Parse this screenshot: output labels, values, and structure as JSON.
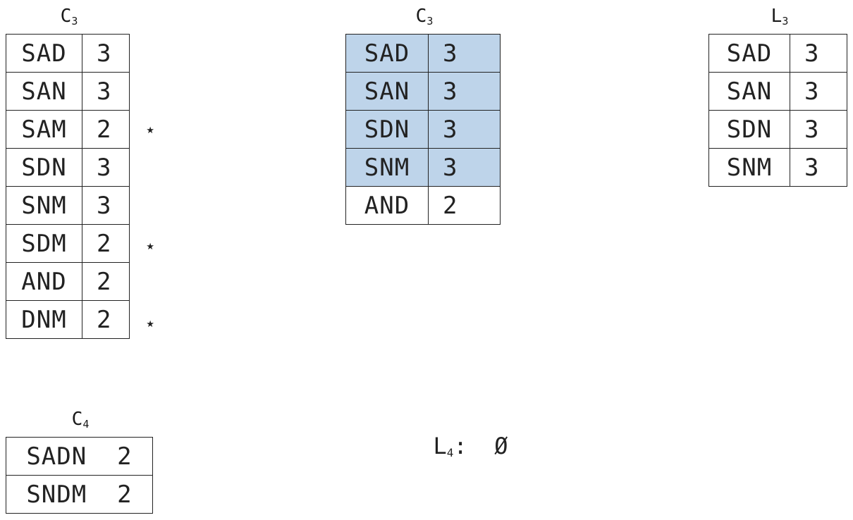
{
  "c3_left": {
    "title_letter": "C",
    "title_sub": "3",
    "rows": [
      {
        "set": "SAD",
        "count": "3",
        "mark": ""
      },
      {
        "set": "SAN",
        "count": "3",
        "mark": ""
      },
      {
        "set": "SAM",
        "count": "2",
        "mark": "⋆"
      },
      {
        "set": "SDN",
        "count": "3",
        "mark": ""
      },
      {
        "set": "SNM",
        "count": "3",
        "mark": ""
      },
      {
        "set": "SDM",
        "count": "2",
        "mark": "⋆"
      },
      {
        "set": "AND",
        "count": "2",
        "mark": ""
      },
      {
        "set": "DNM",
        "count": "2",
        "mark": "⋆"
      }
    ]
  },
  "c3_middle": {
    "title_letter": "C",
    "title_sub": "3",
    "highlight_color": "#bed4ea",
    "rows": [
      {
        "set": "SAD",
        "count": "3",
        "highlight": true
      },
      {
        "set": "SAN",
        "count": "3",
        "highlight": true
      },
      {
        "set": "SDN",
        "count": "3",
        "highlight": true
      },
      {
        "set": "SNM",
        "count": "3",
        "highlight": true
      },
      {
        "set": "AND",
        "count": "2",
        "highlight": false
      }
    ]
  },
  "l3_right": {
    "title_letter": "L",
    "title_sub": "3",
    "rows": [
      {
        "set": "SAD",
        "count": "3"
      },
      {
        "set": "SAN",
        "count": "3"
      },
      {
        "set": "SDN",
        "count": "3"
      },
      {
        "set": "SNM",
        "count": "3"
      }
    ]
  },
  "c4": {
    "title_letter": "C",
    "title_sub": "4",
    "rows": [
      {
        "set": "SADN",
        "count": "2"
      },
      {
        "set": "SNDM",
        "count": "2"
      }
    ]
  },
  "l4": {
    "letter": "L",
    "sub": "4",
    "separator": ":",
    "value": "Ø"
  }
}
